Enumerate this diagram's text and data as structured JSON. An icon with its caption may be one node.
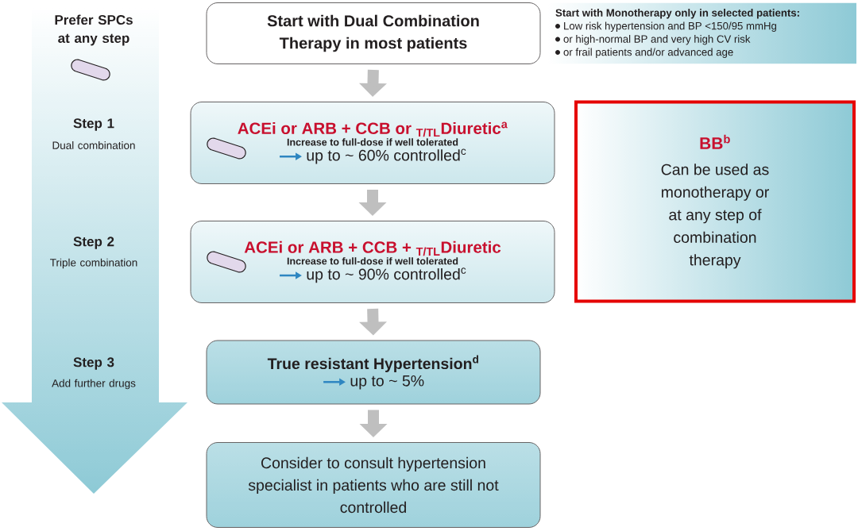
{
  "diagram": {
    "nodes": [
      {
        "text": [
          "Prefer SPCs at any step",
          "Step 1",
          "Dual combination",
          "Step 2",
          "Triple combination",
          "Step 3",
          "Add further drugs"
        ]
      },
      {
        "text": [
          "Start with Dual Combination Therapy in most patients"
        ]
      },
      {
        "text": [
          "Start with Monotherapy only in selected patients:",
          "Low risk hypertension and BP <150/95 mmHg",
          "or high-normal BP and very high CV risk",
          "or  frail patients and/or advanced age"
        ]
      },
      {
        "text": [
          "ACEi or ARB + CCB or $_{T/TL}$Diuretic$^{a}$",
          "Increase to full-dose if well tolerated",
          "up to ~ 60% controlled$^{c}$"
        ]
      },
      {
        "text": [
          "BB$^{b}$",
          "Can be used as monotherapy or at any step of combination therapy"
        ]
      },
      {
        "text": [
          "ACEi or ARB + CCB + $_{T/TL}$Diuretic",
          "Increase to full-dose if well tolerated",
          "up to ~ 90% controlled$^{c}$"
        ]
      },
      {
        "text": [
          "True resistant Hypertension$^{d}$",
          "up to ~ 5%"
        ]
      },
      {
        "text": [
          "Consider to consult hypertension specialist in patients who are still not controlled"
        ]
      }
    ],
    "edges": [
      {
        "from": 1,
        "to": 3,
        "arrow": "to"
      },
      {
        "from": 3,
        "to": 5,
        "arrow": "to"
      },
      {
        "from": 5,
        "to": 6,
        "arrow": "to"
      },
      {
        "from": 6,
        "to": 7,
        "arrow": "to"
      }
    ]
  }
}
